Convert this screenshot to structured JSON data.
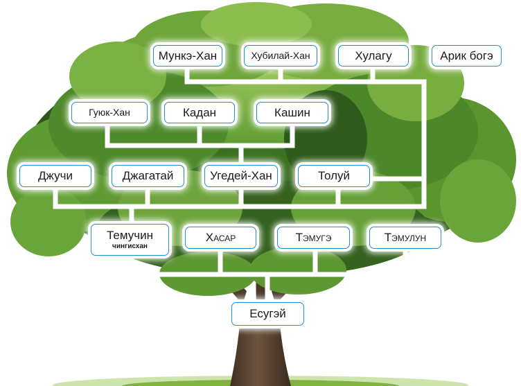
{
  "colors": {
    "node_border": "#1f8fd0",
    "node_fill": "#ffffff",
    "connector": "#ffffff",
    "canopy_dark": "#2e5a1c",
    "canopy_mid": "#4b8a2a",
    "canopy_light": "#7fb244",
    "trunk": "#5b4532",
    "grass": "#7fb23f"
  },
  "icons": {
    "background": "tree-illustration"
  },
  "nodes": {
    "munke": "Мункэ-Хан",
    "khubilai": "Хубилай-Хан",
    "khulagu": "Хулагу",
    "arik": "Арик богэ",
    "guyuk": "Гуюк-Хан",
    "kadan": "Кадан",
    "kashin": "Кашин",
    "dzhuchi": "Джучи",
    "dzhagatai": "Джагатай",
    "ugedei": "Угедей-Хан",
    "tolui": "Толуй",
    "temuchin": "Темучин",
    "temuchin_sub": "чингисхан",
    "khasar": "Хасар",
    "temuge": "Тэмугэ",
    "temulun": "Тэмулун",
    "esugei": "Есугэй"
  }
}
